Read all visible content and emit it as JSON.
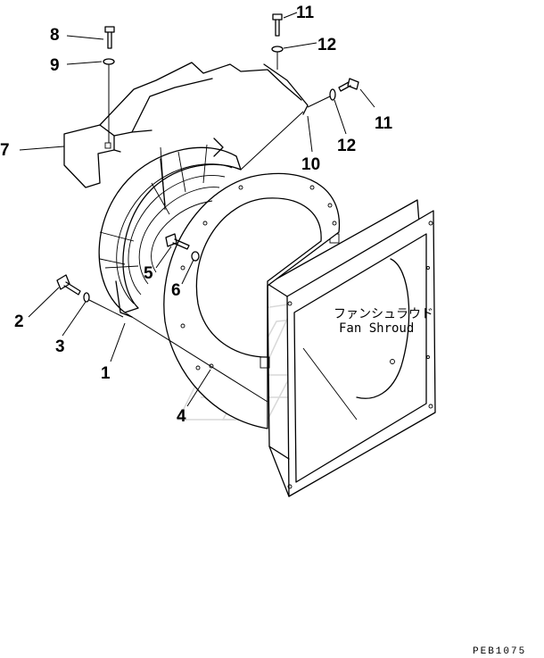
{
  "diagram": {
    "callouts": [
      {
        "id": "c1",
        "number": "1"
      },
      {
        "id": "c2",
        "number": "2"
      },
      {
        "id": "c3",
        "number": "3"
      },
      {
        "id": "c4",
        "number": "4"
      },
      {
        "id": "c5",
        "number": "5"
      },
      {
        "id": "c6",
        "number": "6"
      },
      {
        "id": "c7",
        "number": "7"
      },
      {
        "id": "c8",
        "number": "8"
      },
      {
        "id": "c9",
        "number": "9"
      },
      {
        "id": "c10",
        "number": "10"
      },
      {
        "id": "c11a",
        "number": "11"
      },
      {
        "id": "c11b",
        "number": "11"
      },
      {
        "id": "c12a",
        "number": "12"
      },
      {
        "id": "c12b",
        "number": "12"
      }
    ],
    "shroud_label_jp": "ファンシュラウド",
    "shroud_label_en": "Fan Shroud",
    "drawing_code": "PEB1075"
  }
}
